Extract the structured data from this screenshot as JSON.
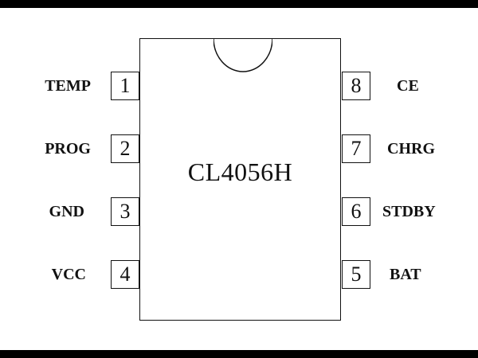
{
  "chip": {
    "part_number": "CL4056H"
  },
  "pins_left": [
    {
      "number": "1",
      "label": "TEMP"
    },
    {
      "number": "2",
      "label": "PROG"
    },
    {
      "number": "3",
      "label": "GND"
    },
    {
      "number": "4",
      "label": "VCC"
    }
  ],
  "pins_right": [
    {
      "number": "8",
      "label": "CE"
    },
    {
      "number": "7",
      "label": "CHRG"
    },
    {
      "number": "6",
      "label": "STDBY"
    },
    {
      "number": "5",
      "label": "BAT"
    }
  ],
  "colors": {
    "outline": "#111111",
    "background": "#ffffff",
    "frame_bars": "#000000"
  }
}
